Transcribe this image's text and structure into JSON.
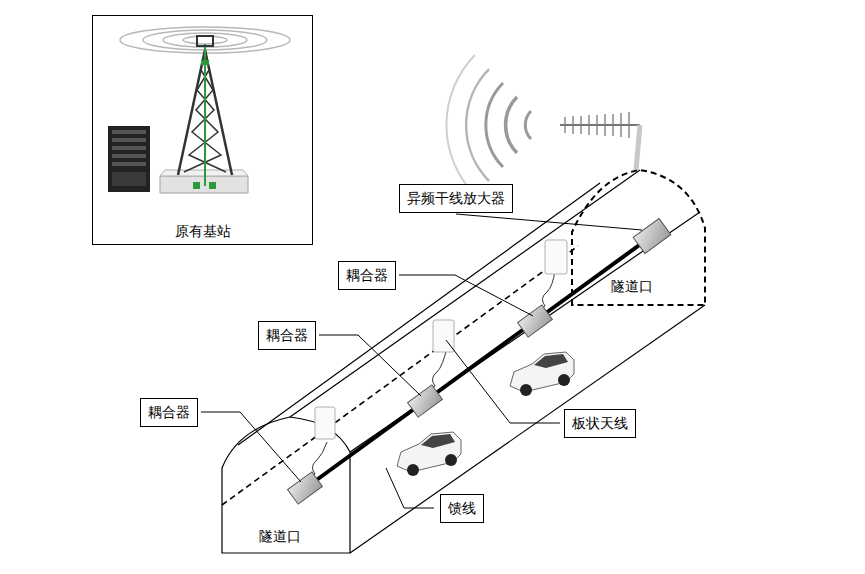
{
  "diagram": {
    "nodes": [
      {
        "text": [
          "原有基站"
        ]
      },
      {
        "text": [
          "异频干线放大器"
        ]
      },
      {
        "text": [
          "耦合器"
        ]
      },
      {
        "text": [
          "耦合器"
        ]
      },
      {
        "text": [
          "耦合器"
        ]
      },
      {
        "text": [
          "板状天线"
        ]
      },
      {
        "text": [
          "馈线"
        ]
      }
    ],
    "labels": [
      "隧道口",
      "隧道口"
    ]
  }
}
